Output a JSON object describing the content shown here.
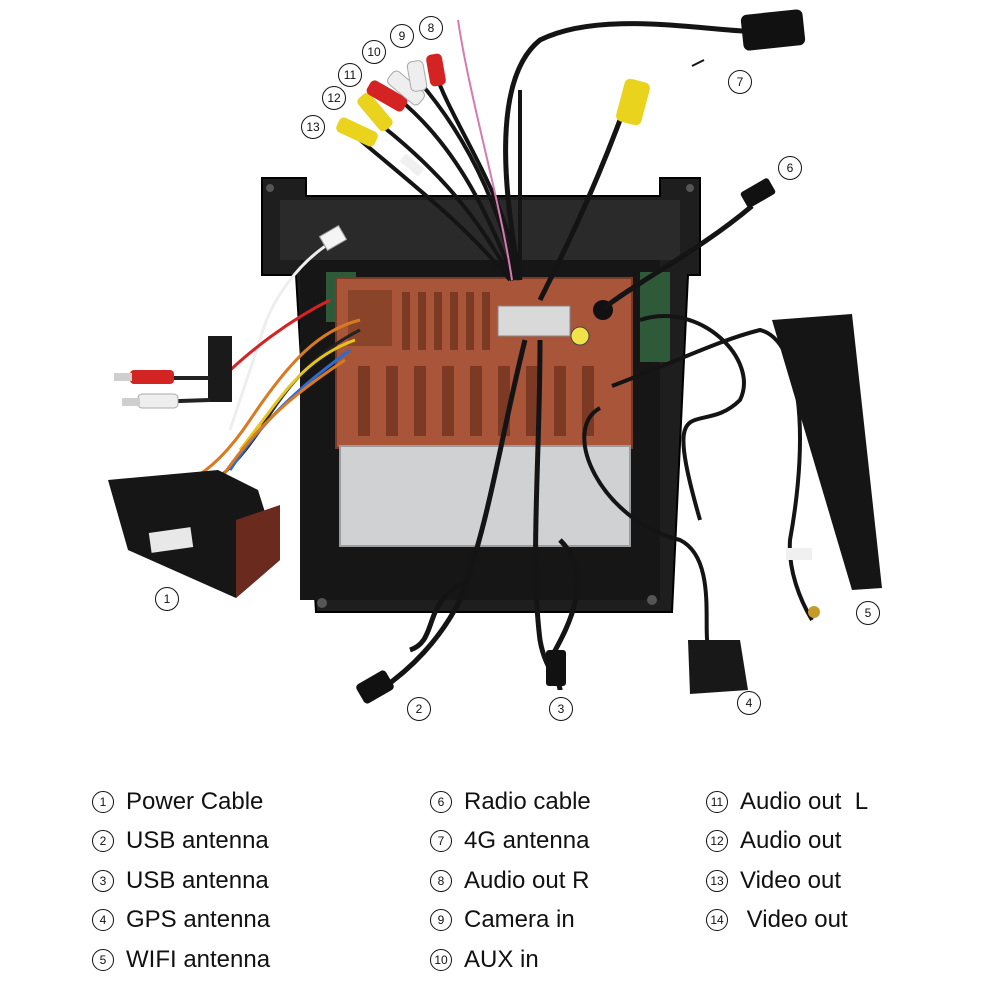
{
  "callouts": [
    {
      "number": "1"
    },
    {
      "number": "2"
    },
    {
      "number": "3"
    },
    {
      "number": "4"
    },
    {
      "number": "5"
    },
    {
      "number": "6"
    },
    {
      "number": "7"
    },
    {
      "number": "8"
    },
    {
      "number": "9"
    },
    {
      "number": "10"
    },
    {
      "number": "11"
    },
    {
      "number": "12"
    },
    {
      "number": "13"
    }
  ],
  "legend": {
    "col1": [
      {
        "number": "1",
        "label": "Power Cable"
      },
      {
        "number": "2",
        "label": "USB antenna"
      },
      {
        "number": "3",
        "label": "USB antenna"
      },
      {
        "number": "4",
        "label": "GPS antenna"
      },
      {
        "number": "5",
        "label": "WIFI antenna"
      }
    ],
    "col2": [
      {
        "number": "6",
        "label": "Radio cable"
      },
      {
        "number": "7",
        "label": "4G antenna"
      },
      {
        "number": "8",
        "label": "Audio out R"
      },
      {
        "number": "9",
        "label": "Camera in"
      },
      {
        "number": "10",
        "label": "AUX in"
      }
    ],
    "col3": [
      {
        "number": "11",
        "label": "Audio out  L"
      },
      {
        "number": "12",
        "label": "Audio out"
      },
      {
        "number": "13",
        "label": "Video out"
      },
      {
        "number": "14",
        "label": " Video out"
      }
    ]
  },
  "colors": {
    "frame": "#1e1e1e",
    "board": "#a8553a",
    "board_dark": "#7c3a25",
    "metal": "#cfd1d3",
    "cable": "#141414",
    "rca_red": "#d42323",
    "rca_white": "#eeeeee",
    "rca_yellow": "#e9d31c",
    "wire_orange": "#d87a22",
    "wire_pink": "#d77ab0"
  }
}
